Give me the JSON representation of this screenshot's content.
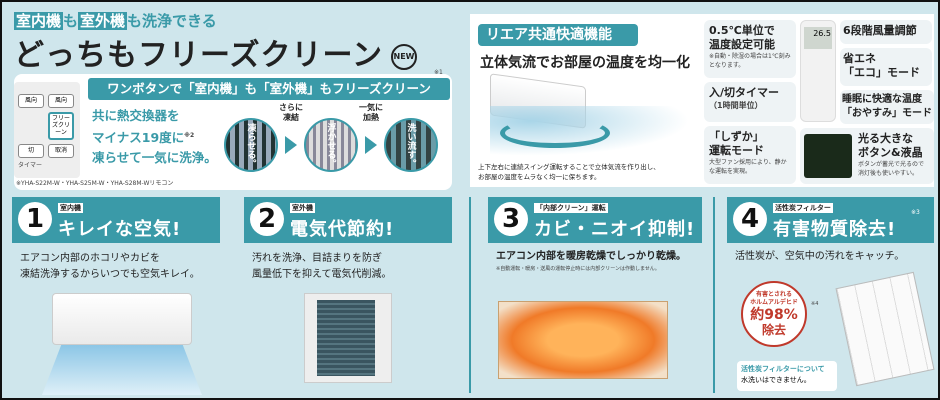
{
  "header": {
    "tag1": "室内機",
    "mid1": "も",
    "tag2": "室外機",
    "mid2": "も洗浄できる",
    "title": "どっちもフリーズクリーン",
    "new_badge": "NEW"
  },
  "freeze_box": {
    "band": "ワンボタンで「室内機」も「室外機」もフリーズクリーン",
    "band_note": "※1",
    "lead": [
      "共に熱交換器を",
      "マイナス19度に",
      "凍らせて一気に洗浄。"
    ],
    "lead_note": "※2",
    "remote_buttons": [
      "風向",
      "風向",
      "フリーズクリーン",
      "切",
      "取消",
      "タイマー"
    ],
    "remote_caption": "※YHA-S22M-W・YHA-S25M-W・YHA-S28M-Wリモコン",
    "steps": [
      {
        "circle": "凍らせる。"
      },
      {
        "label": "さらに凍結",
        "circle": "浮かせる。"
      },
      {
        "label": "一気に加熱",
        "circle": "洗い流す。"
      }
    ]
  },
  "common": {
    "pill": "リエア共通快適機能",
    "headline": "立体気流でお部屋の温度を均一化",
    "caption": [
      "上下左右に連続スイング運転することで立体気流を作り出し、",
      "お部屋の温度をムラなく均一に保ちます。"
    ],
    "features": [
      {
        "title": [
          "0.5℃単位で",
          "温度設定可能"
        ],
        "note": "※自動・除湿の場合は1℃刻みとなります。"
      },
      {
        "title": [
          "入/切タイマー"
        ],
        "note": "（1時間単位）"
      },
      {
        "title": [
          "6段階風量調節"
        ]
      },
      {
        "title": [
          "省エネ",
          "「エコ」モード"
        ]
      },
      {
        "title": [
          "睡眠に快適な温度",
          "「おやすみ」モード"
        ]
      },
      {
        "title": [
          "「しずか」",
          "運転モード"
        ],
        "note": "大型ファン採用により、静かな運転を実現。"
      },
      {
        "title": [
          "光る大きな",
          "ボタン&液晶"
        ],
        "note": "ボタンが蓄光で光るので消灯後も使いやすい。"
      }
    ],
    "remote_display": "26.5"
  },
  "sections": [
    {
      "num": "1",
      "label": "室内機",
      "title": "キレイな空気!",
      "desc": [
        "エアコン内部のホコリやカビを",
        "凍結洗浄するからいつでも空気キレイ。"
      ]
    },
    {
      "num": "2",
      "label": "室外機",
      "title": "電気代節約!",
      "desc": [
        "汚れを洗浄、目詰まりを防ぎ",
        "風量低下を抑えて電気代削減。"
      ]
    },
    {
      "num": "3",
      "label": "「内部クリーン」運転",
      "title": "カビ・ニオイ抑制!",
      "desc": [
        "エアコン内部を暖房乾燥でしっかり乾燥。"
      ],
      "note": "※自動運転・暖房・送風の運転停止時には内部クリーンは作動しません。"
    },
    {
      "num": "4",
      "label": "活性炭フィルター",
      "title": "有害物質除去!",
      "title_note": "※3",
      "desc": [
        "活性炭が、空気中の汚れをキャッチ。"
      ],
      "badge": {
        "l1": "有害とされる",
        "l2": "ホルムアルデヒド",
        "pct": "約98%",
        "l3": "除去",
        "note": "※4"
      },
      "filter_note": {
        "title": "活性炭フィルターについて",
        "body": "水洗いはできません。"
      }
    }
  ],
  "colors": {
    "accent": "#3a9aa8",
    "background": "#cfe6ec",
    "heading": "#222222"
  }
}
